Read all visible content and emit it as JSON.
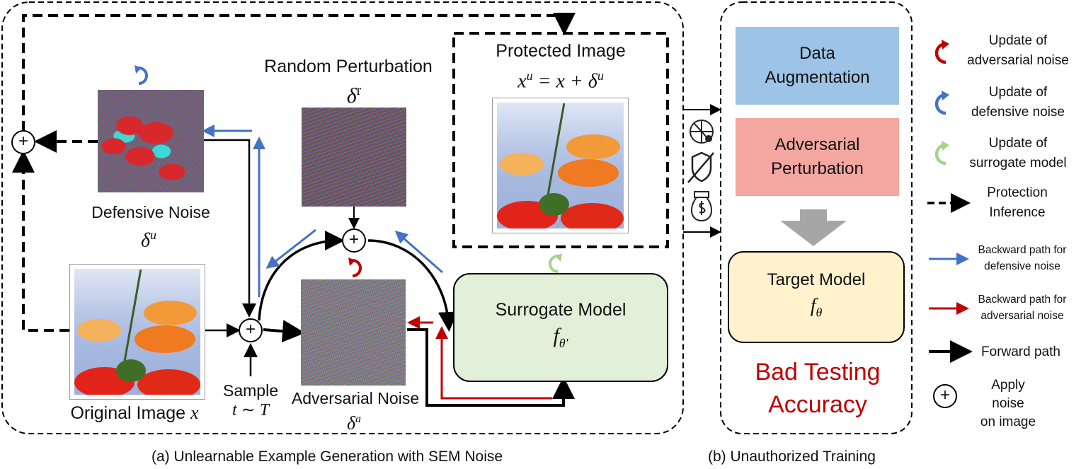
{
  "panel_a": {
    "caption": "(a) Unlearnable Example Generation with SEM Noise",
    "random_perturbation": {
      "title": "Random Perturbation",
      "symbol": "δ",
      "sup": "r"
    },
    "protected_image": {
      "title": "Protected Image",
      "formula": "x",
      "formula_sup": "u",
      "formula_rest": " = x + δ",
      "formula_rest_sup": "u"
    },
    "defensive_noise": {
      "title": "Defensive Noise",
      "symbol": "δ",
      "sup": "u"
    },
    "original_image": {
      "title": "Original Image",
      "symbol": "x"
    },
    "sample": {
      "line1": "Sample",
      "line2": "t ∼ T"
    },
    "adversarial_noise": {
      "title": "Adversarial Noise",
      "symbol": "δ",
      "sup": "a"
    },
    "surrogate_model": {
      "title": "Surrogate Model",
      "symbol": "f",
      "sub": "θ′"
    },
    "plus": "+"
  },
  "panel_b": {
    "caption": "(b) Unauthorized Training",
    "data_augmentation": "Data Augmentation",
    "adversarial_perturbation": "Adversarial Perturbation",
    "target_model": {
      "title": "Target Model",
      "symbol": "f",
      "sub": "θ"
    },
    "result_line1": "Bad Testing",
    "result_line2": "Accuracy"
  },
  "legend": {
    "update_adv": [
      "Update of",
      "adversarial noise"
    ],
    "update_def": [
      "Update of",
      "defensive noise"
    ],
    "update_sur": [
      "Update of",
      "surrogate model"
    ],
    "protection": [
      "Protection",
      "Inference"
    ],
    "backward_def": [
      "Backward path for",
      "defensive noise"
    ],
    "backward_adv": [
      "Backward path for",
      "adversarial noise"
    ],
    "forward": "Forward path",
    "apply": [
      "Apply",
      "noise",
      "on image"
    ],
    "plus": "+"
  },
  "colors": {
    "blue": "#4472c4",
    "red": "#c00000",
    "green": "#a9d18e",
    "data_aug": "#9dc3e6",
    "adv_pert": "#f4a6a0",
    "target": "#fff2cc",
    "surrogate": "#e2f0d9"
  }
}
